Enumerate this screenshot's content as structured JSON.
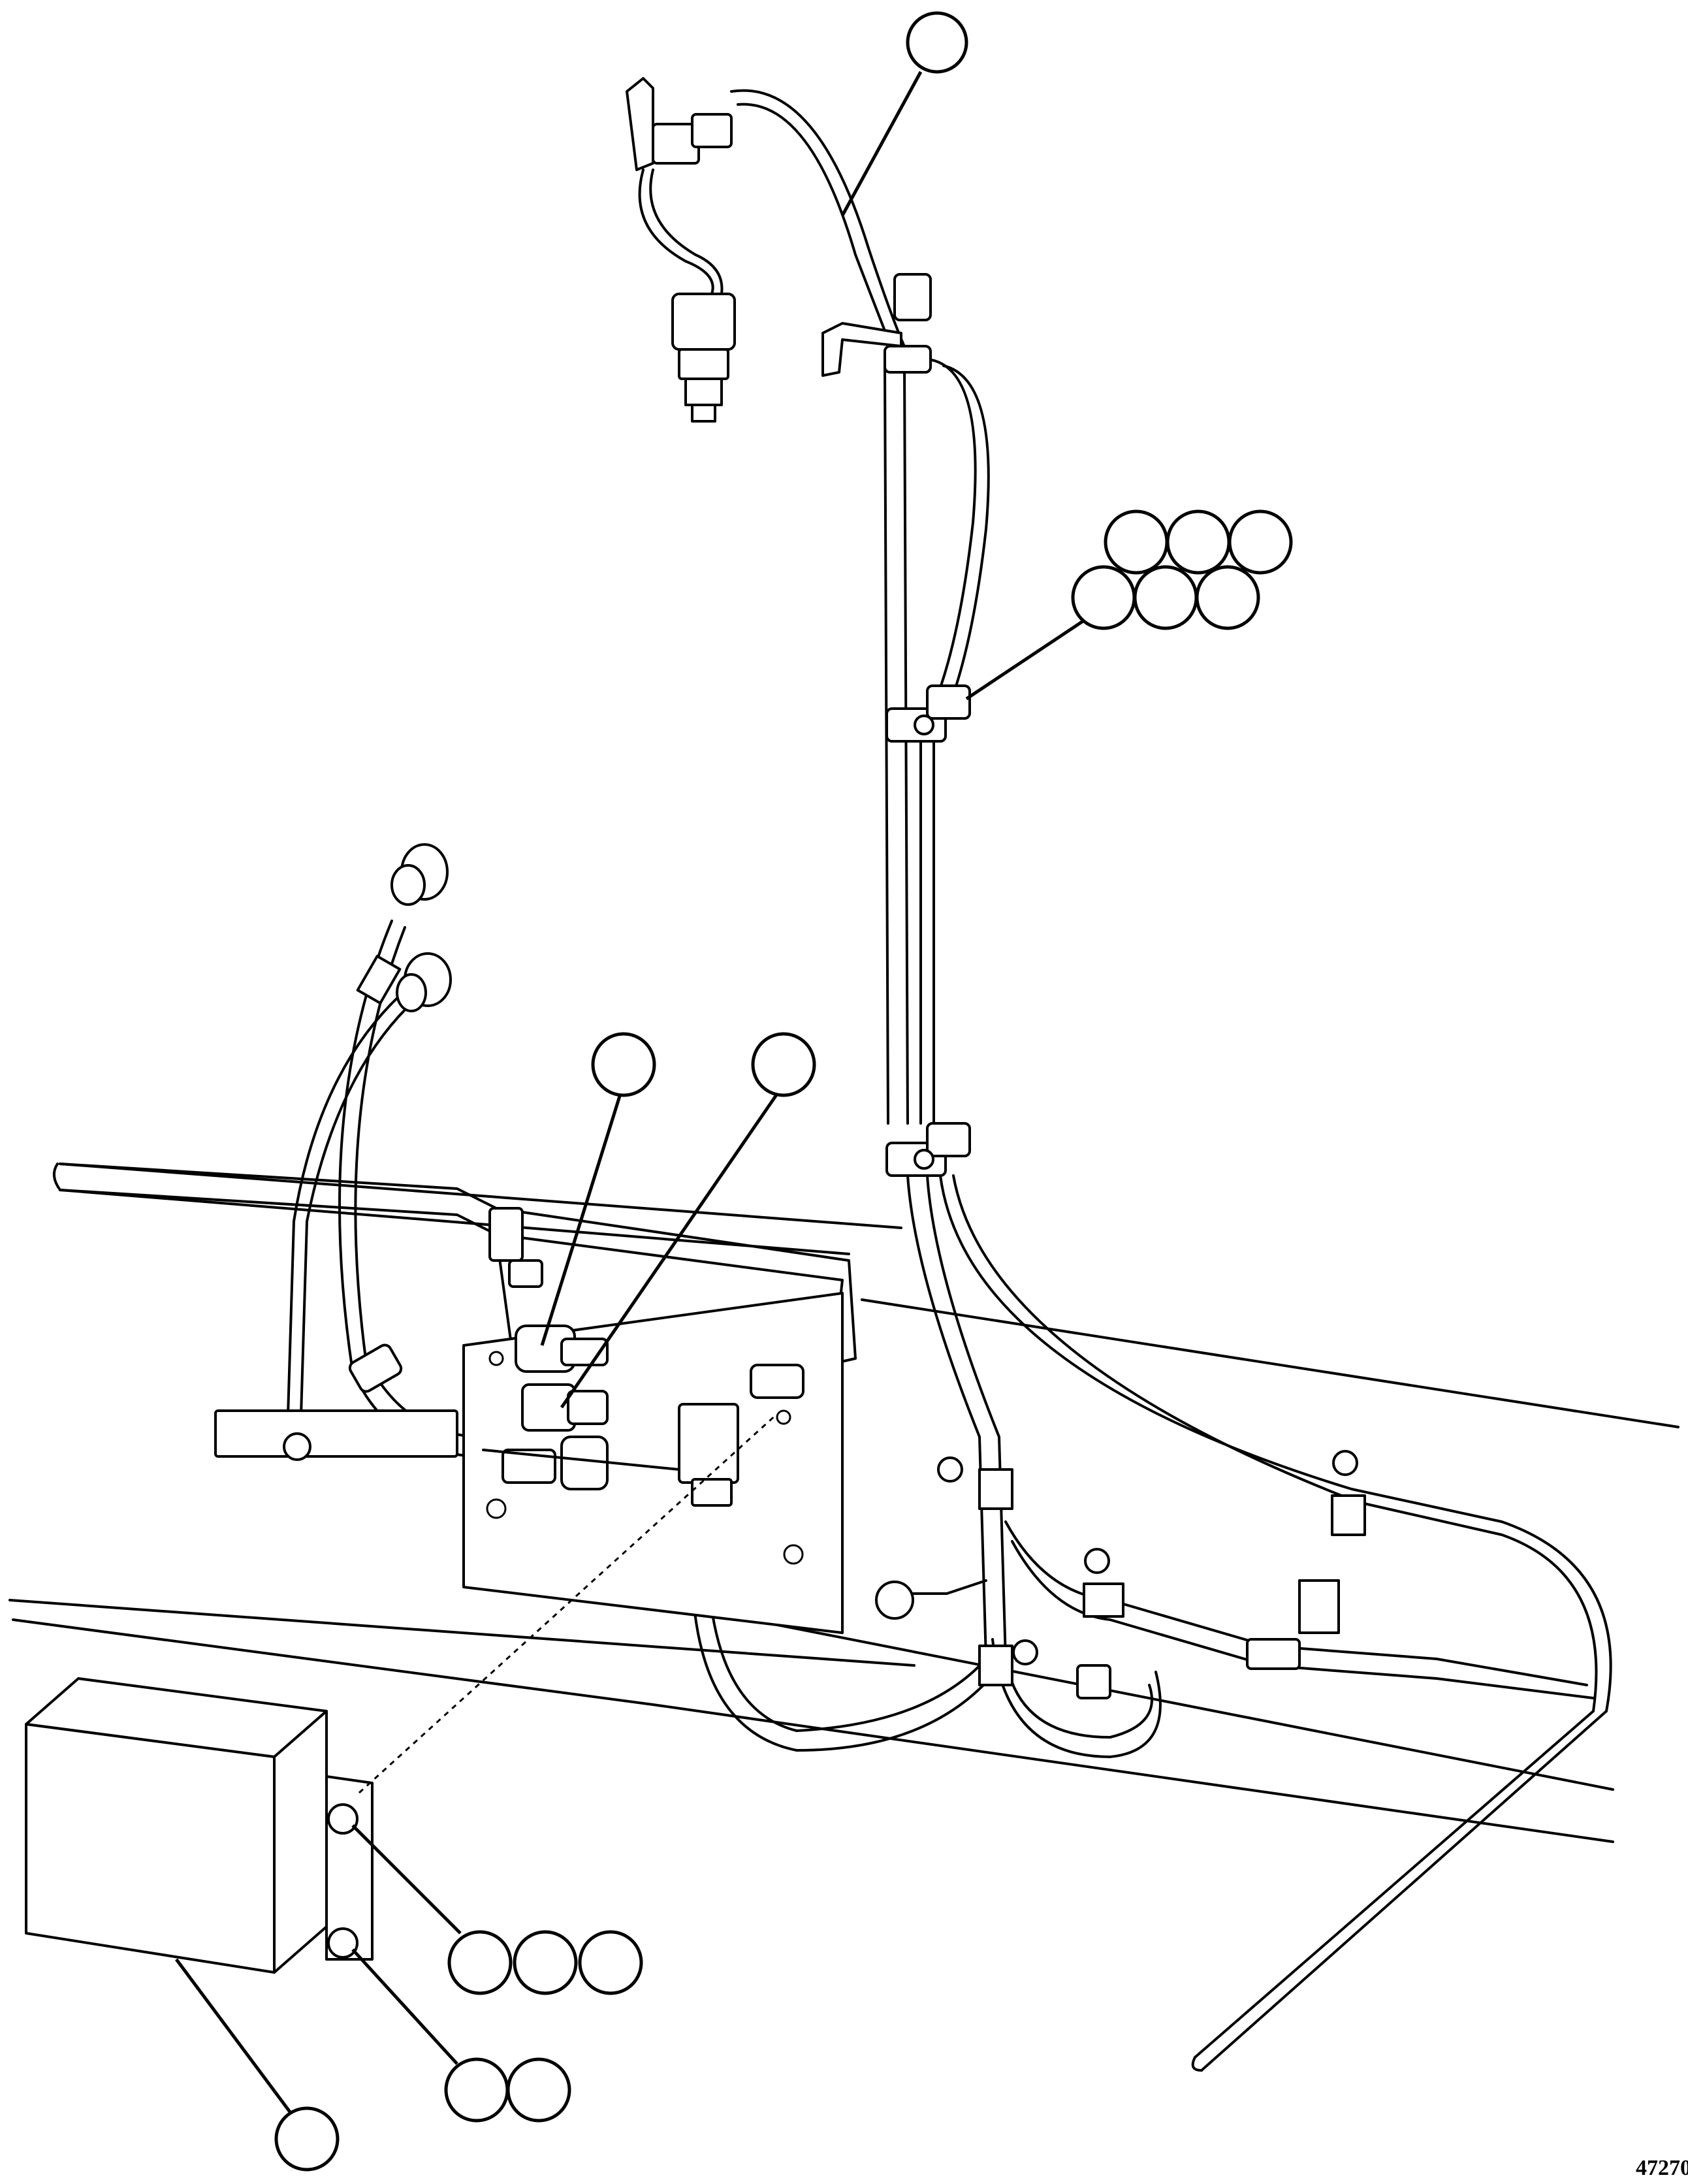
{
  "figure": {
    "number": "47270",
    "callouts": [
      {
        "id": "callout-top",
        "label": ""
      },
      {
        "id": "callout-clamp-group",
        "label": ""
      },
      {
        "id": "callout-bracket-left",
        "label": ""
      },
      {
        "id": "callout-bracket-right",
        "label": ""
      },
      {
        "id": "callout-cover",
        "label": ""
      },
      {
        "id": "callout-fastener-upper",
        "label": ""
      },
      {
        "id": "callout-fastener-lower",
        "label": ""
      }
    ]
  }
}
